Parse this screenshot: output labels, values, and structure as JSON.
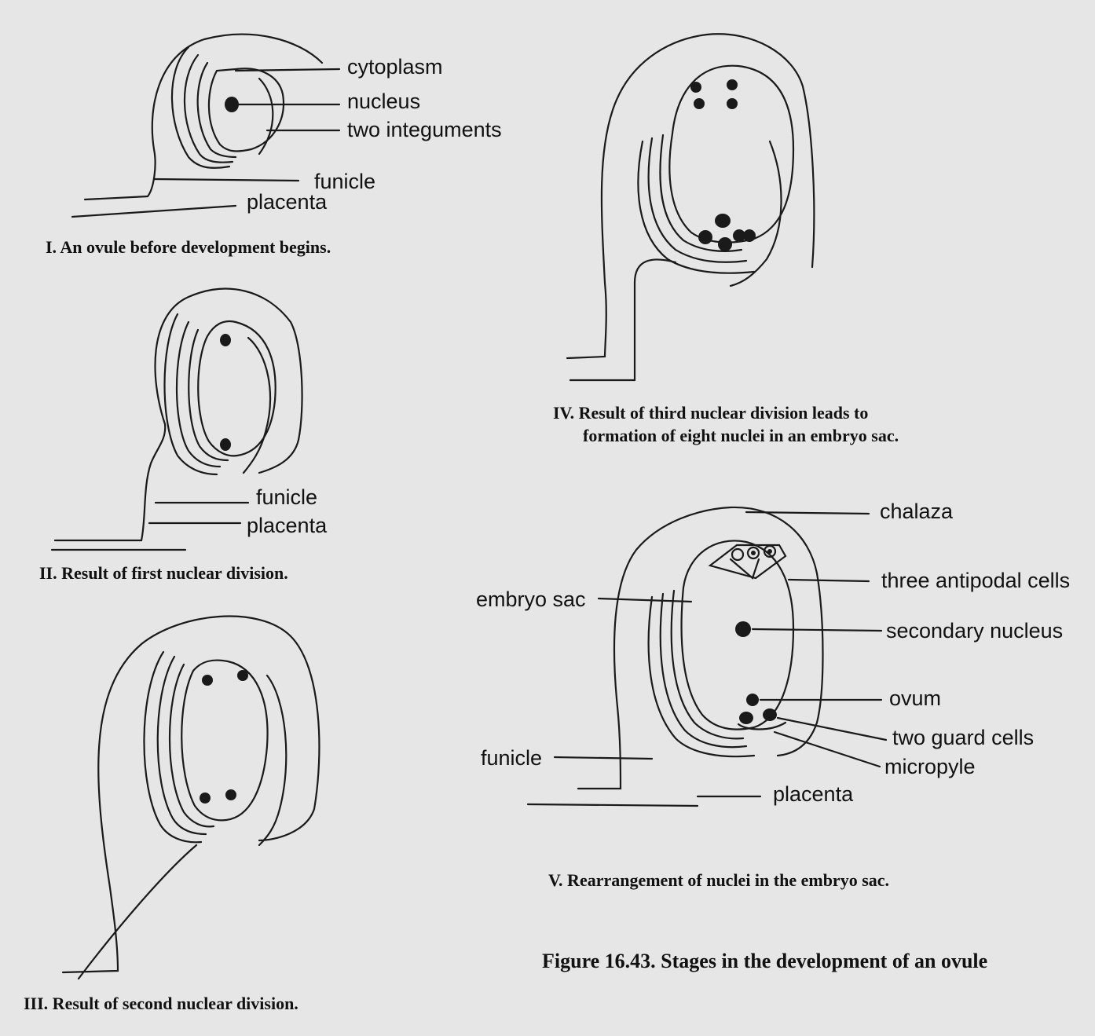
{
  "figure_title": "Figure 16.43. Stages in the development of an ovule",
  "diagrams": {
    "d1": {
      "caption": "I. An ovule before development begins.",
      "labels": {
        "cytoplasm": "cytoplasm",
        "nucleus": "nucleus",
        "integuments": "two integuments",
        "funicle": "funicle",
        "placenta": "placenta"
      }
    },
    "d2": {
      "caption": "II. Result of first nuclear division.",
      "labels": {
        "funicle": "funicle",
        "placenta": "placenta"
      }
    },
    "d3": {
      "caption": "III. Result of second nuclear division."
    },
    "d4": {
      "caption_line1": "IV. Result of third nuclear division leads to",
      "caption_line2": "formation of eight nuclei in an embryo sac."
    },
    "d5": {
      "caption": "V. Rearrangement of nuclei in the embryo sac.",
      "labels": {
        "chalaza": "chalaza",
        "antipodal": "three antipodal cells",
        "embryo_sac": "embryo sac",
        "secondary_nucleus": "secondary nucleus",
        "ovum": "ovum",
        "guard_cells": "two guard cells",
        "funicle": "funicle",
        "micropyle": "micropyle",
        "placenta": "placenta"
      }
    }
  }
}
